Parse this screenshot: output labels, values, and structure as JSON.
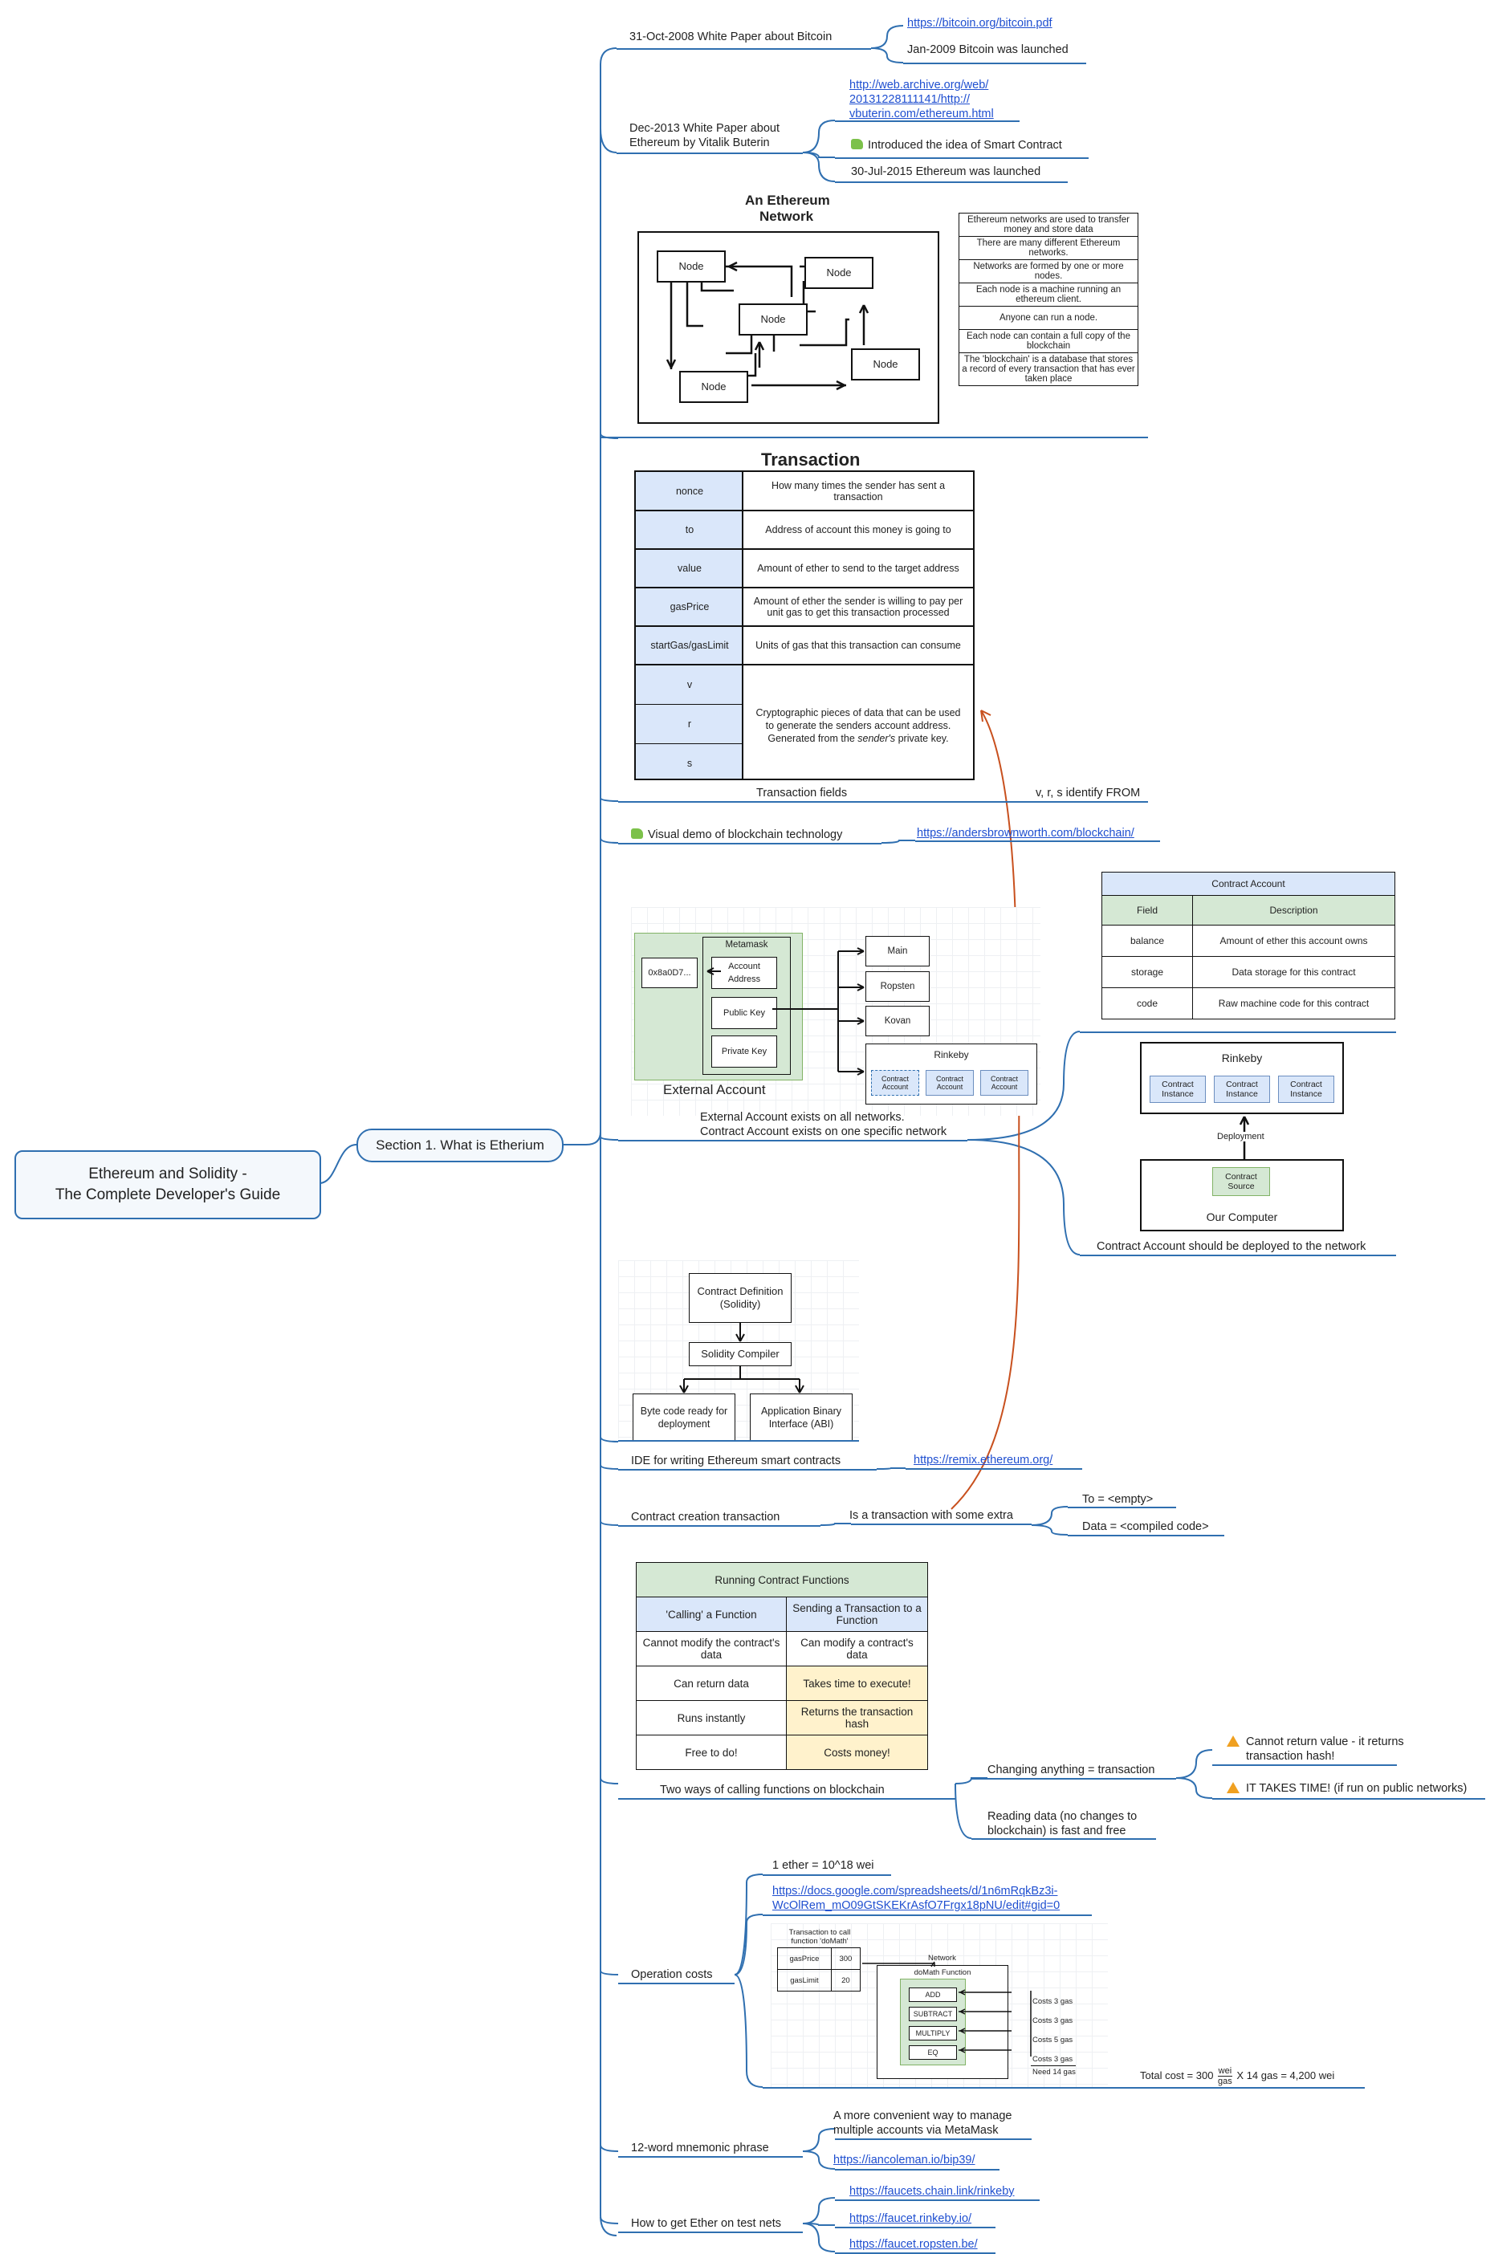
{
  "root": {
    "line1": "Ethereum and Solidity -",
    "line2": "The Complete Developer's Guide"
  },
  "section": "Section 1. What is Etherium",
  "whitepaper": {
    "label": "31-Oct-2008 White Paper about Bitcoin",
    "link": "https://bitcoin.org/bitcoin.pdf",
    "launch": "Jan-2009 Bitcoin was launched"
  },
  "eth_paper": {
    "label1": "Dec-2013 White Paper about",
    "label2": "Ethereum by Vitalik Buterin",
    "link1": "http://web.archive.org/web/",
    "link2": "20131228111141/http://",
    "link3": "vbuterin.com/ethereum.html",
    "smart": "Introduced the idea of Smart Contract",
    "launch": "30-Jul-2015 Ethereum was launched"
  },
  "network": {
    "title1": "An Ethereum",
    "title2": "Network",
    "node": "Node",
    "facts": [
      "Ethereum networks are used to transfer money and store data",
      "There are many different Ethereum networks.",
      "Networks are formed by one or more nodes.",
      "Each node is a machine running an ethereum client.",
      "Anyone can run a node.",
      "Each node can contain a full copy of the blockchain",
      "The 'blockchain' is a database that stores a record of every transaction that has ever taken place"
    ]
  },
  "transaction": {
    "title": "Transaction",
    "rows": [
      {
        "field": "nonce",
        "desc": "How many times the sender has sent a transaction"
      },
      {
        "field": "to",
        "desc": "Address of account this money is going to"
      },
      {
        "field": "value",
        "desc": "Amount of ether to send to the target address"
      },
      {
        "field": "gasPrice",
        "desc": "Amount of ether the sender is willing to pay per unit gas to get this transaction processed"
      },
      {
        "field": "startGas/gasLimit",
        "desc": "Units of gas that this transaction can consume"
      }
    ],
    "sig_fields": [
      "v",
      "r",
      "s"
    ],
    "sig_desc1": "Cryptographic pieces of data that can be used",
    "sig_desc2": "to generate the senders account address.",
    "sig_desc3": "Generated from the",
    "sig_desc4": "sender's",
    "sig_desc5": "private key.",
    "fields_label": "Transaction fields",
    "vrs_note": "v, r, s identify FROM"
  },
  "demo": {
    "label": "Visual demo of blockchain technology",
    "link": "https://andersbrownworth.com/blockchain/"
  },
  "metamask": {
    "title": "Metamask",
    "address": "0x8a0D7...",
    "account_address": "Account Address",
    "public_key": "Public Key",
    "private_key": "Private Key",
    "networks": [
      "Main",
      "Ropsten",
      "Kovan"
    ],
    "rinkeby": "Rinkeby",
    "contract_account": "Contract Account",
    "caption": "External Account",
    "note1": "External Account exists on all networks.",
    "note2": "Contract Account exists on one specific network"
  },
  "contract_account_table": {
    "title": "Contract Account",
    "headers": [
      "Field",
      "Description"
    ],
    "rows": [
      [
        "balance",
        "Amount of ether this account owns"
      ],
      [
        "storage",
        "Data storage for this contract"
      ],
      [
        "code",
        "Raw machine code for this contract"
      ]
    ]
  },
  "deploy": {
    "rinkeby": "Rinkeby",
    "instance": "Contract Instance",
    "deployment": "Deployment",
    "source": "Contract Source",
    "computer": "Our Computer",
    "caption": "Contract Account should be deployed to the network"
  },
  "compile": {
    "definition1": "Contract Definition",
    "definition2": "(Solidity)",
    "compiler": "Solidity Compiler",
    "bytecode1": "Byte code ready for",
    "bytecode2": "deployment",
    "abi1": "Application Binary",
    "abi2": "Interface (ABI)"
  },
  "ide": {
    "label": "IDE for writing Ethereum smart contracts",
    "link": "https://remix.ethereum.org/"
  },
  "creation": {
    "label": "Contract creation transaction",
    "extra": "Is a transaction with some extra",
    "to": "To = <empty>",
    "data": "Data = <compiled code>"
  },
  "running": {
    "title": "Running Contract Functions",
    "col1": "'Calling' a Function",
    "col2": "Sending a Transaction to a Function",
    "rows": [
      [
        "Cannot modify the contract's data",
        "Can modify a contract's data"
      ],
      [
        "Can return data",
        "Takes time to execute!"
      ],
      [
        "Runs instantly",
        "Returns the transaction hash"
      ],
      [
        "Free to do!",
        "Costs money!"
      ]
    ],
    "caption": "Two ways of calling functions on blockchain",
    "changing": "Changing anything = transaction",
    "warn1a": "Cannot return value - it returns",
    "warn1b": "transaction hash!",
    "warn2": "IT TAKES TIME! (if run on public networks)",
    "reading1": "Reading data (no changes to",
    "reading2": "blockchain) is fast and free"
  },
  "costs": {
    "label": "Operation costs",
    "ether": "1 ether = 10^18 wei",
    "link1": "https://docs.google.com/spreadsheets/d/1n6mRqkBz3i-",
    "link2": "WcOlRem_mO09GtSKEKrAsfO7Frgx18pNU/edit#gid=0",
    "tx_title1": "Transaction to call",
    "tx_title2": "function 'doMath'",
    "gasPrice": "gasPrice",
    "gasPriceVal": "300",
    "gasLimit": "gasLimit",
    "gasLimitVal": "20",
    "network": "Network",
    "domath": "doMath Function",
    "ops": [
      "ADD",
      "SUBTRACT",
      "MULTIPLY",
      "EQ"
    ],
    "op_costs": [
      "Costs 3 gas",
      "Costs 3 gas",
      "Costs 5 gas",
      "Costs 3 gas"
    ],
    "need": "Need 14 gas",
    "total_a": "Total cost = 300",
    "total_num": "wei",
    "total_den": "gas",
    "total_b": "X 14 gas  = 4,200 wei"
  },
  "mnemonic": {
    "label": "12-word mnemonic phrase",
    "note1": "A more convenient way to manage",
    "note2": "multiple accounts via MetaMask",
    "link": "https://iancoleman.io/bip39/"
  },
  "faucets": {
    "label": "How to get Ether on test nets",
    "links": [
      "https://faucets.chain.link/rinkeby",
      "https://faucet.rinkeby.io/",
      "https://faucet.ropsten.be/"
    ]
  },
  "colors": {
    "line": "#2f6fb0",
    "arrow": "#c8501e",
    "link": "#1f4fd0"
  }
}
